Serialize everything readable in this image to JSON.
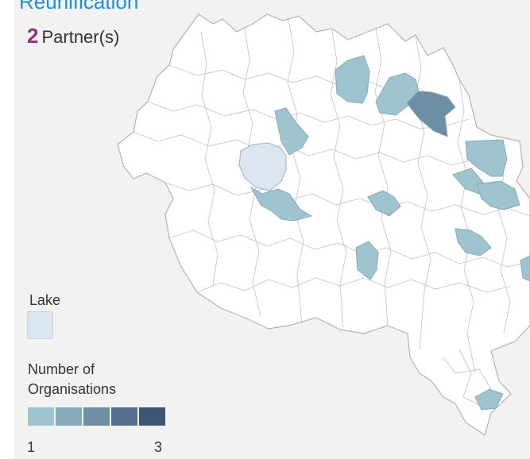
{
  "title": "Reunification",
  "partners": {
    "count": "2",
    "label": "Partner(s)"
  },
  "legend": {
    "lake_label": "Lake",
    "lake_color": "#dce6f2",
    "scale_title_line1": "Number of",
    "scale_title_line2": "Organisations",
    "scale_min": "1",
    "scale_max": "3",
    "scale_colors": [
      "#9ec4d0",
      "#86abbd",
      "#6d8ea5",
      "#566f8c",
      "#3f5576"
    ]
  },
  "map_colors": {
    "background": "#f2f2f2",
    "region_fill": "#ffffff",
    "border": "#b3b3b3",
    "highlight_1": "#9ec4d0",
    "highlight_2": "#86abbd",
    "highlight_3": "#6d8ea5"
  }
}
